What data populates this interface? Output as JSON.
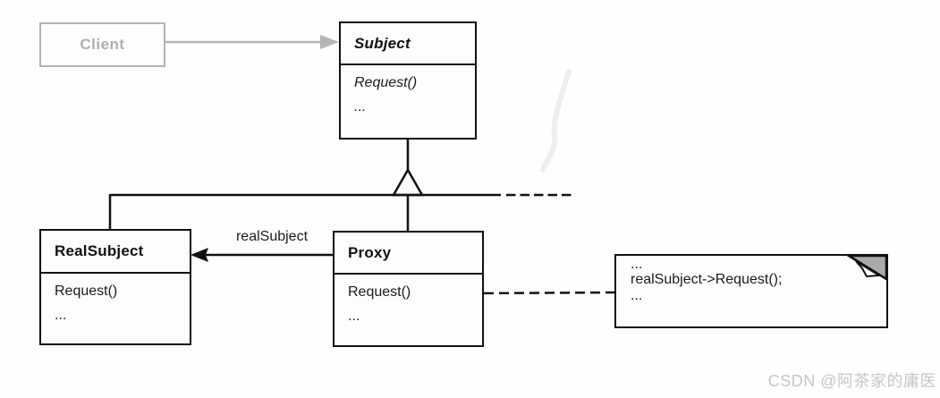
{
  "diagram_type": "UML class diagram — Proxy design pattern structure",
  "classes": {
    "client": {
      "name": "Client"
    },
    "subject": {
      "name": "Subject",
      "methods": [
        "Request()",
        "..."
      ]
    },
    "realsubject": {
      "name": "RealSubject",
      "methods": [
        "Request()",
        "..."
      ]
    },
    "proxy": {
      "name": "Proxy",
      "methods": [
        "Request()",
        "..."
      ]
    }
  },
  "relations": [
    {
      "from": "Client",
      "to": "Subject",
      "type": "association",
      "style": "gray"
    },
    {
      "from": "RealSubject",
      "to": "Subject",
      "type": "inheritance"
    },
    {
      "from": "Proxy",
      "to": "Subject",
      "type": "inheritance"
    },
    {
      "from": "Proxy",
      "to": "RealSubject",
      "type": "association",
      "label": "realSubject"
    },
    {
      "from": "Proxy.Request()",
      "to": "note",
      "type": "note-link"
    }
  ],
  "labels": {
    "proxy_to_realsubject": "realSubject"
  },
  "note": {
    "lines": [
      "...",
      "realSubject->Request();",
      "..."
    ]
  },
  "watermark": {
    "text": "CSDN @阿茶家的庸医"
  },
  "colors": {
    "line": "#111111",
    "muted_gray": "#b4b4b4",
    "note_fold_gray": "#a9a9a9",
    "watermark_gray": "#c7c7c7",
    "background": "#fefefe"
  }
}
